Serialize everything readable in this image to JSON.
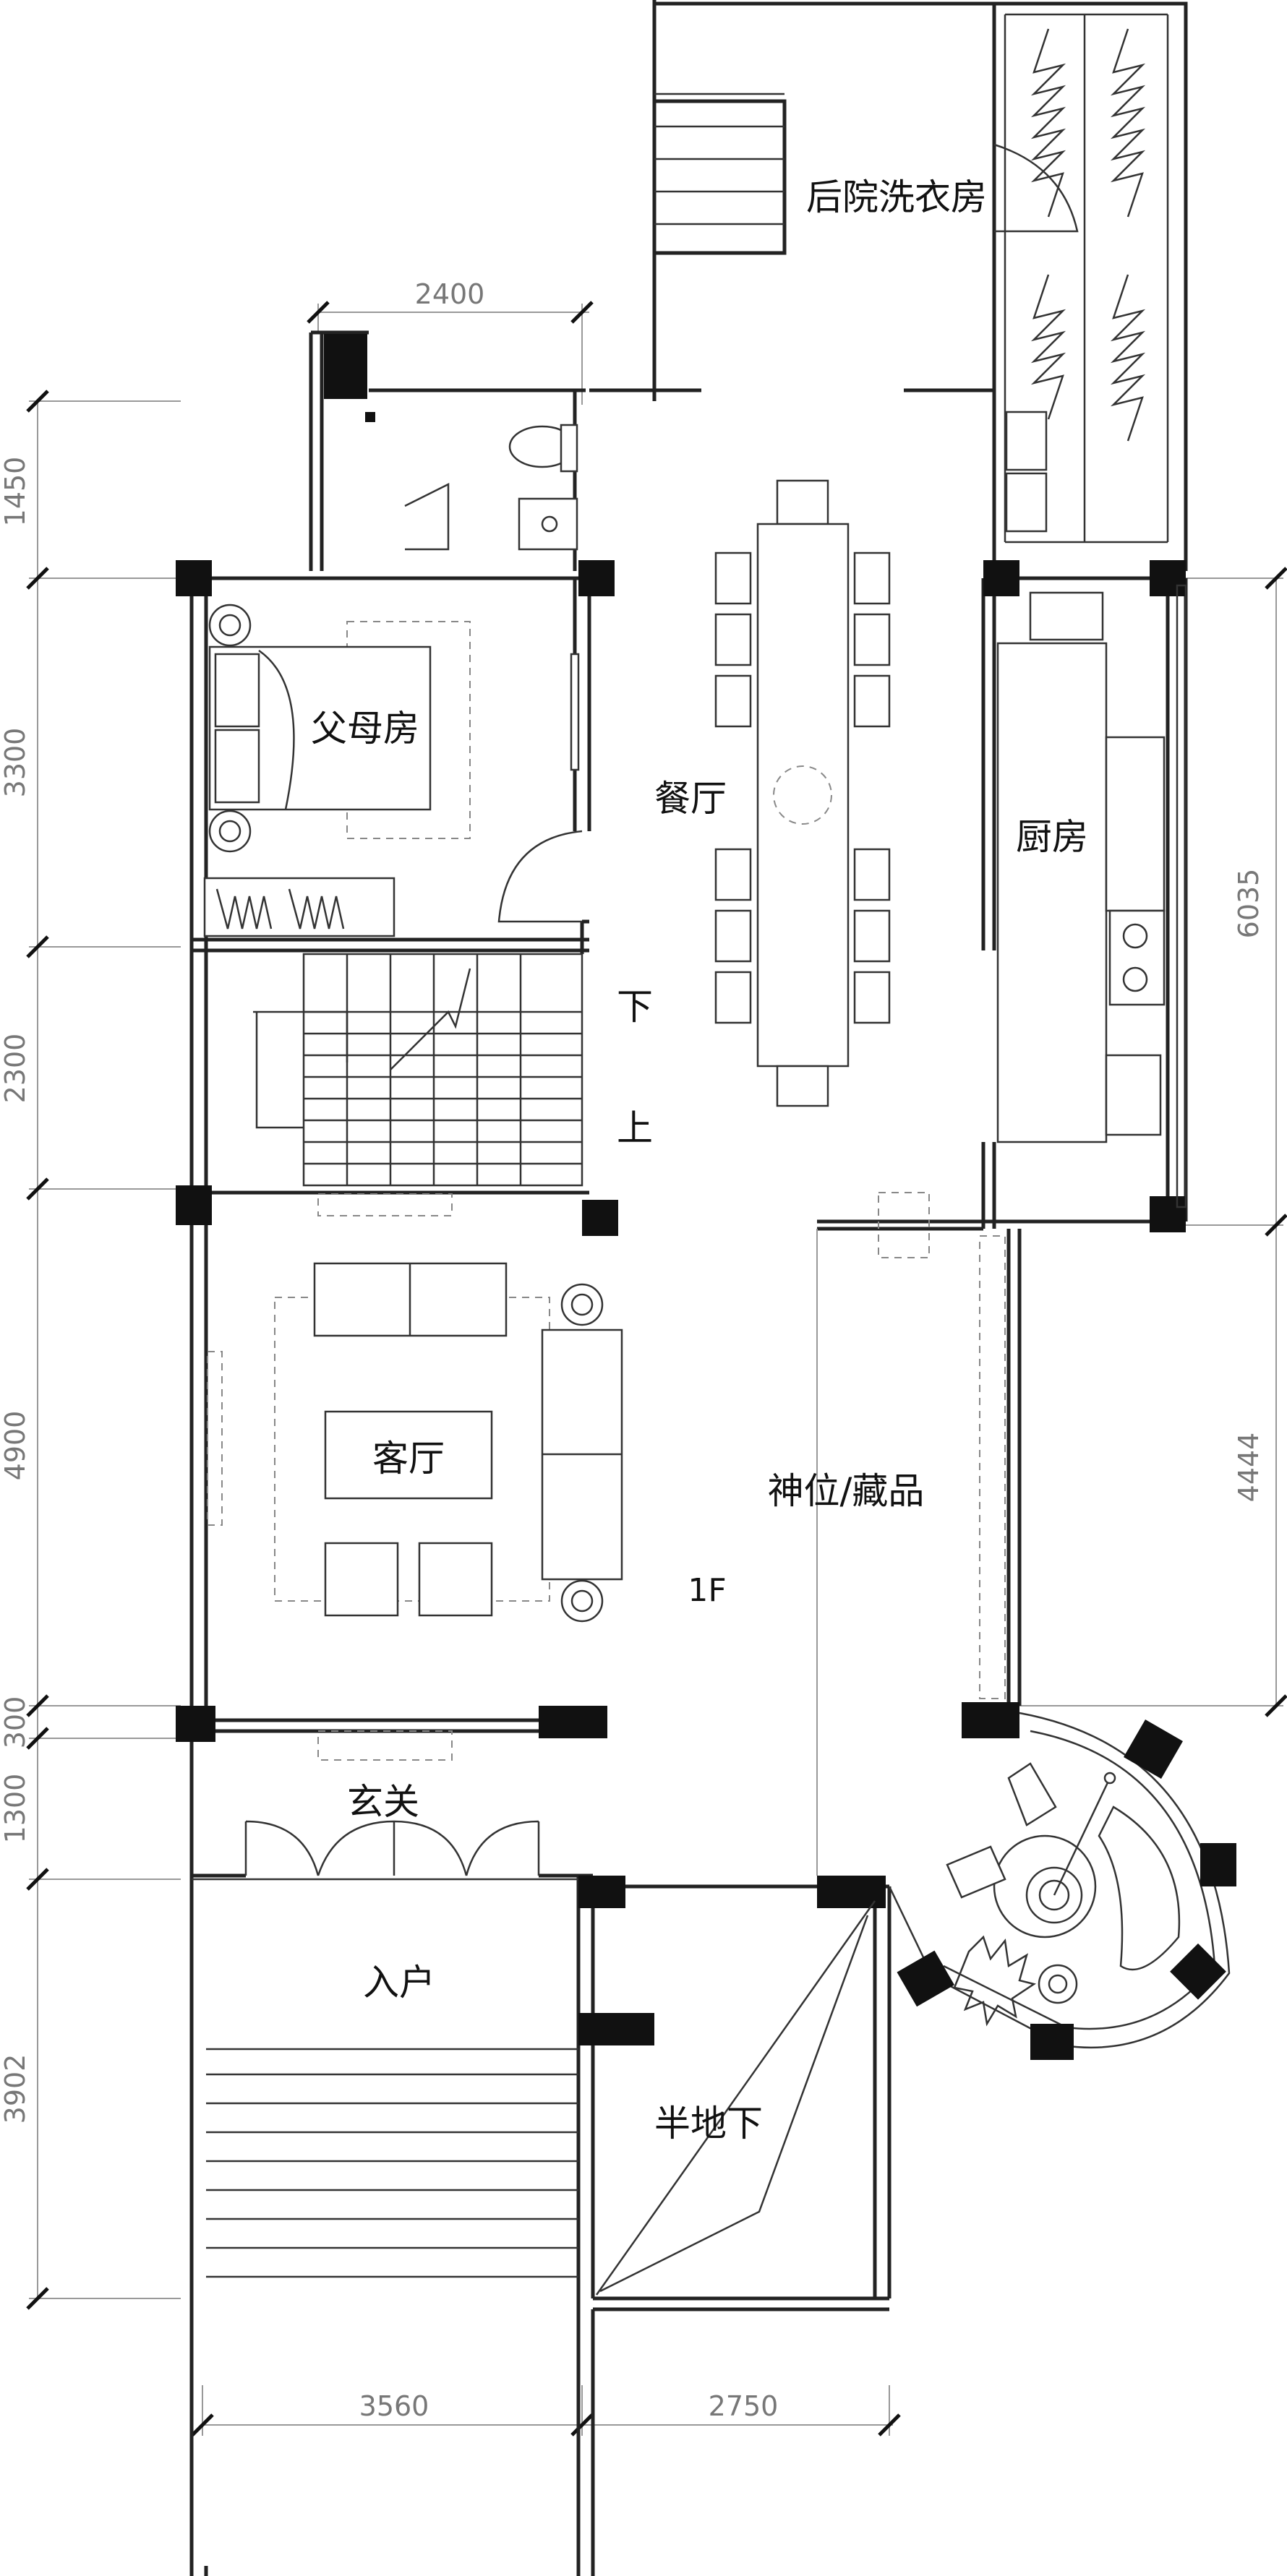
{
  "rooms": {
    "laundry": "后院洗衣房",
    "parents_room": "父母房",
    "dining": "餐厅",
    "kitchen": "厨房",
    "stair_down": "下",
    "stair_up": "上",
    "living": "客厅",
    "shrine": "神位/藏品",
    "floor_label": "1F",
    "foyer": "玄关",
    "entrance": "入户",
    "semi_basement": "半地下"
  },
  "dimensions": {
    "top_width": "2400",
    "left_1": "1450",
    "left_2": "3300",
    "left_3": "2300",
    "left_4": "4900",
    "left_5": "300",
    "left_6": "1300",
    "left_7": "3902",
    "right_1": "6035",
    "right_2": "4444",
    "bottom_1": "3560",
    "bottom_2": "2750"
  }
}
